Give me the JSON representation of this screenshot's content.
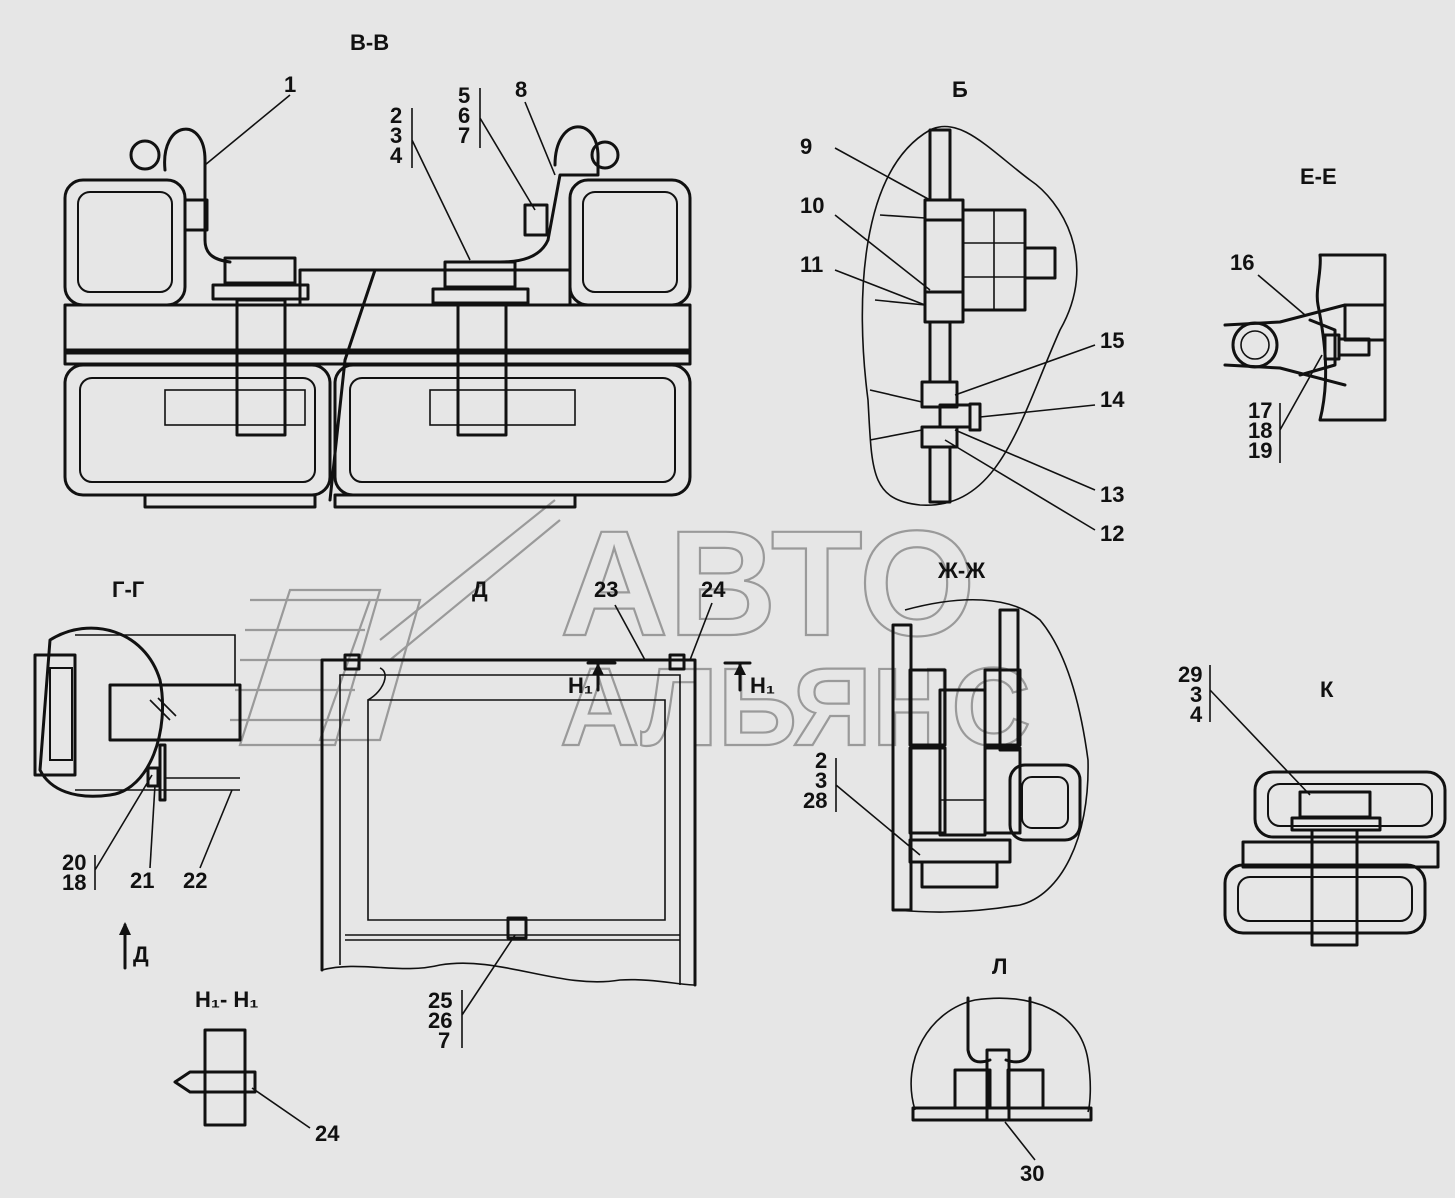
{
  "colors": {
    "background": "#e6e6e6",
    "ink": "#111111",
    "watermark": "#9a9a9a"
  },
  "views": {
    "vv": "В-В",
    "b": "Б",
    "ee": "Е-Е",
    "gg": "Г-Г",
    "d": "Д",
    "zhzh": "Ж-Ж",
    "k": "К",
    "l": "Л",
    "h1h1": "Н₁- Н₁"
  },
  "markers": {
    "d_arrow": "Д",
    "h1_left": "Н₁",
    "h1_right": "Н₁"
  },
  "callouts": {
    "c1": "1",
    "c2_3_4_a": "2",
    "c2_3_4_b": "3",
    "c2_3_4_c": "4",
    "c5": "5",
    "c6": "6",
    "c7a": "7",
    "c8": "8",
    "c9": "9",
    "c10": "10",
    "c11": "11",
    "c12": "12",
    "c13": "13",
    "c14": "14",
    "c15": "15",
    "c16": "16",
    "c17": "17",
    "c18a": "18",
    "c19": "19",
    "c20": "20",
    "c18b": "18",
    "c21": "21",
    "c22": "22",
    "c23": "23",
    "c24a": "24",
    "c24b": "24",
    "c25": "25",
    "c26": "26",
    "c7b": "7",
    "c2b": "2",
    "c3b": "3",
    "c28": "28",
    "c29": "29",
    "c3c": "3",
    "c4c": "4",
    "c30": "30"
  },
  "watermark": {
    "line1": "АВТО",
    "line2": "АЛЬЯНС"
  }
}
